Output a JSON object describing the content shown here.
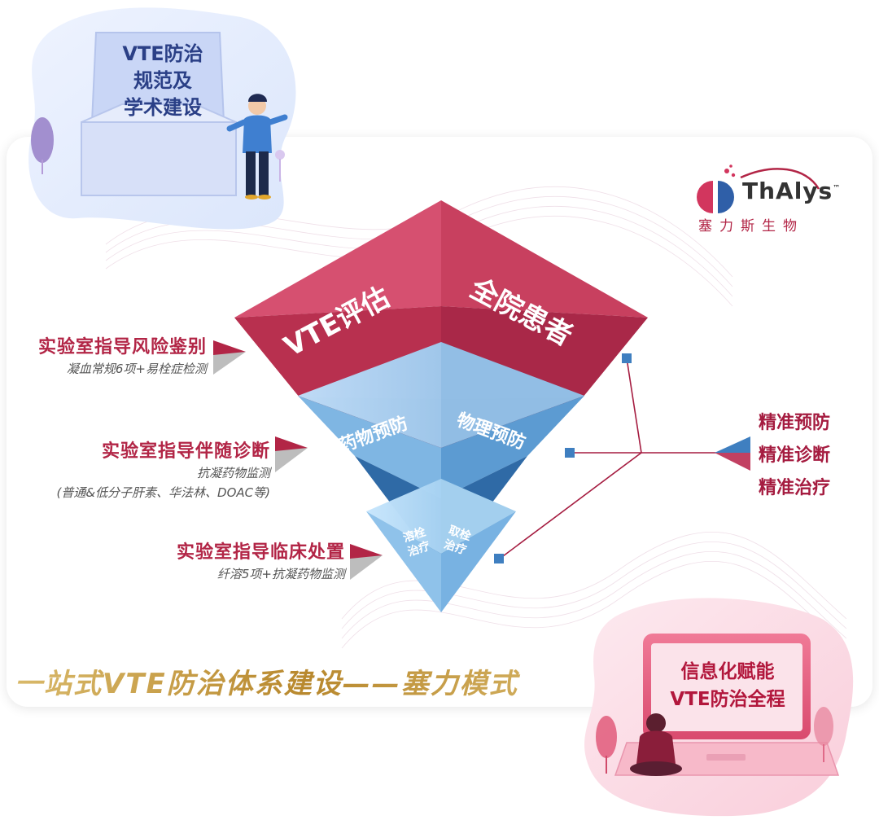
{
  "logo": {
    "brand": "ThAlys",
    "trademark": "™",
    "company": "塞力斯生物"
  },
  "top_card": {
    "title_lines": [
      "VTE防治",
      "规范及",
      "学术建设"
    ]
  },
  "pyramid": {
    "layer1": {
      "left": "VTE评估",
      "right": "全院患者"
    },
    "layer2": {
      "left": "药物预防",
      "right": "物理预防"
    },
    "layer3": {
      "left_lines": [
        "溶栓",
        "治疗"
      ],
      "right_lines": [
        "取栓",
        "治疗"
      ]
    }
  },
  "left_labels": [
    {
      "title": "实验室指导风险鉴别",
      "subs": [
        "凝血常规6项+易栓症检测"
      ]
    },
    {
      "title": "实验室指导伴随诊断",
      "subs": [
        "抗凝药物监测",
        "(普通&低分子肝素、华法林、DOAC等)"
      ]
    },
    {
      "title": "实验室指导临床处置",
      "subs": [
        "纤溶5项+抗凝药物监测"
      ]
    }
  ],
  "right_labels": [
    "精准预防",
    "精准诊断",
    "精准治疗"
  ],
  "bottom_card": {
    "title_lines": [
      "信息化赋能",
      "VTE防治全程"
    ]
  },
  "banner": "一站式VTE防治体系建设——塞力模式",
  "colors": {
    "crimson": "#c8415f",
    "crimson_dark": "#8f1f3c",
    "blue_light": "#a9d4f5",
    "blue_mid": "#6ea8d8",
    "blue_dark": "#3f7fb4",
    "gold": "#c59a3a"
  }
}
